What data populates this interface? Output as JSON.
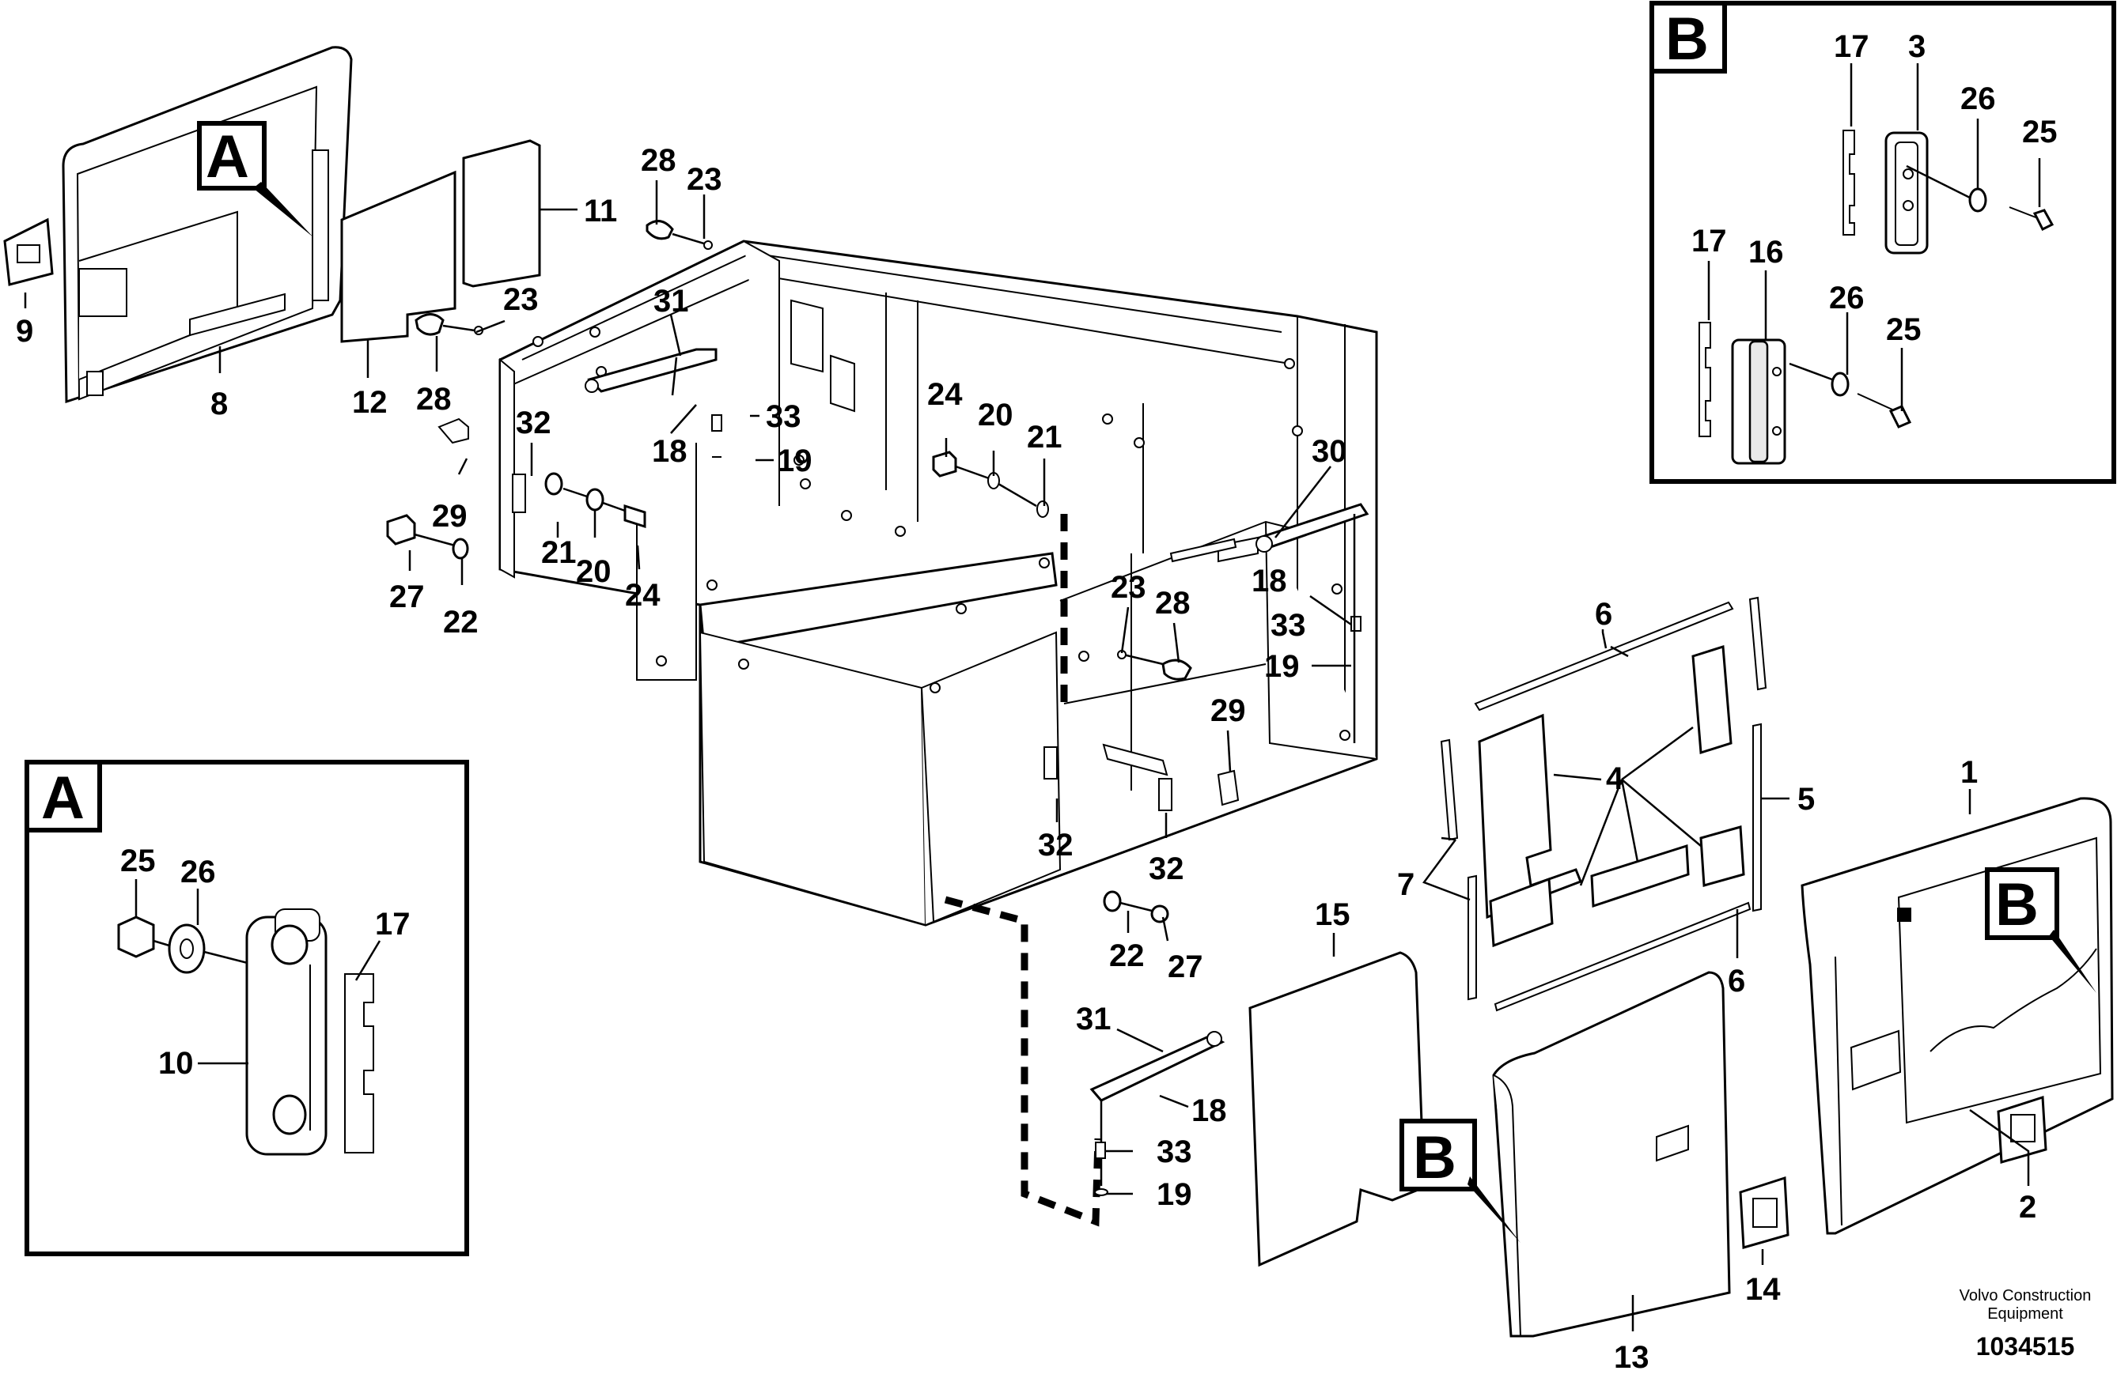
{
  "view_labels": {
    "a": "A",
    "b": "B"
  },
  "callouts": {
    "n1": "1",
    "n2": "2",
    "n3": "3",
    "n4": "4",
    "n5": "5",
    "n6": "6",
    "n7": "7",
    "n8": "8",
    "n9": "9",
    "n10": "10",
    "n11": "11",
    "n12": "12",
    "n13": "13",
    "n14": "14",
    "n15": "15",
    "n16": "16",
    "n17": "17",
    "n18": "18",
    "n19": "19",
    "n20": "20",
    "n21": "21",
    "n22": "22",
    "n23": "23",
    "n24": "24",
    "n25": "25",
    "n26": "26",
    "n27": "27",
    "n28": "28",
    "n29": "29",
    "n30": "30",
    "n31": "31",
    "n32": "32",
    "n33": "33"
  },
  "footer": {
    "company_line1": "Volvo Construction",
    "company_line2": "Equipment",
    "reference_number": "1034515"
  }
}
